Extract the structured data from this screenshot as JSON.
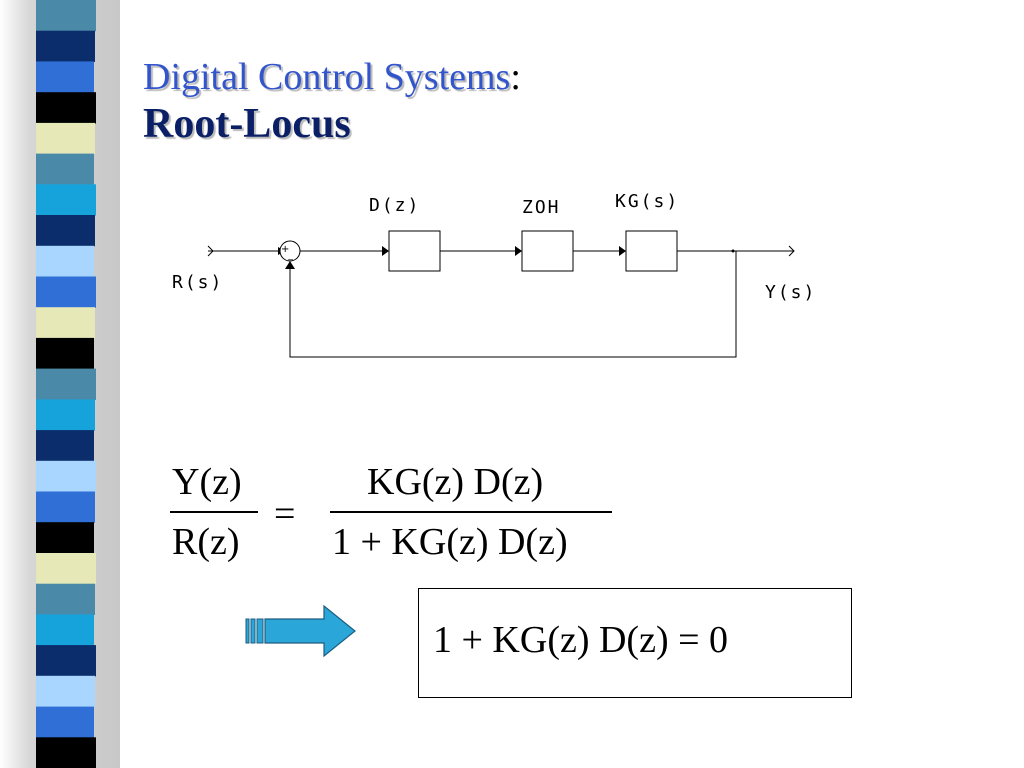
{
  "slide": {
    "title_line1": "Digital Control Systems",
    "title_colon": ":",
    "title_line2": "Root-Locus"
  },
  "diagram": {
    "input_label": "R(s)",
    "output_label": "Y(s)",
    "block_controller_label": "D(z)",
    "block_zoh_label": "ZOH",
    "block_plant_label": "KG(s)",
    "summing_plus": "+",
    "summing_minus": "_"
  },
  "equation": {
    "lhs_numerator": "Y(z)",
    "lhs_denominator": "R(z)",
    "equals": "=",
    "rhs_numerator": "KG(z) D(z)",
    "rhs_denominator": "1 + KG(z) D(z)"
  },
  "characteristic_equation": {
    "text": "1 + KG(z) D(z) = 0"
  },
  "colors": {
    "title_blue": "#3355cc",
    "title_navy": "#0a1f66",
    "arrow_fill": "#2aa6d8",
    "stripe_palette": [
      "#4a8aa8",
      "#0c2d6b",
      "#2f6fd6",
      "#000000",
      "#e6e8b8",
      "#16a3dc",
      "#a9d6ff"
    ]
  },
  "icons": {
    "arrow": "right-block-arrow-icon"
  }
}
